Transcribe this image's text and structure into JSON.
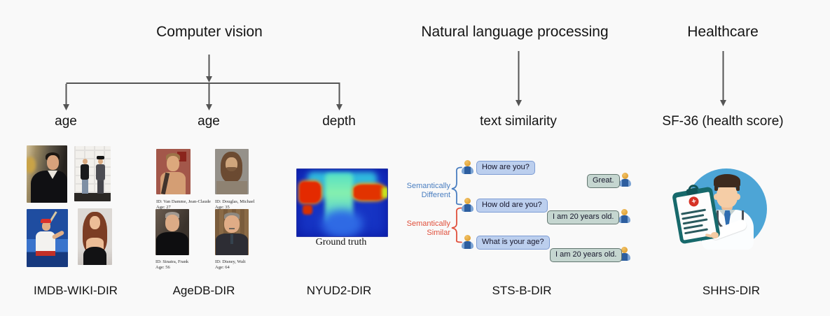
{
  "headers": {
    "cv": "Computer vision",
    "nlp": "Natural language processing",
    "health": "Healthcare"
  },
  "tasks": {
    "cv_left": "age",
    "cv_mid": "age",
    "cv_right": "depth",
    "nlp": "text similarity",
    "health": "SF-36 (health score)"
  },
  "dataset_labels": {
    "imdb": "IMDB-WIKI-DIR",
    "agedb": "AgeDB-DIR",
    "nyud2": "NYUD2-DIR",
    "stsb": "STS-B-DIR",
    "shhs": "SHHS-DIR"
  },
  "agedb": {
    "samples": [
      {
        "id": "ID: Van Damme, Jean-Claude",
        "age": "Age: 27"
      },
      {
        "id": "ID: Douglas, Michael",
        "age": "Age: 35"
      },
      {
        "id": "ID: Sinatra, Frank",
        "age": "Age: 56"
      },
      {
        "id": "ID: Disney, Walt",
        "age": "Age: 64"
      }
    ]
  },
  "nyud2": {
    "caption": "Ground truth"
  },
  "sts": {
    "different": {
      "line1": "Semantically",
      "line2": "Different"
    },
    "similar": {
      "line1": "Semantically",
      "line2": "Similar"
    },
    "questions": [
      "How are you?",
      "How old are you?",
      "What is your age?"
    ],
    "answers": [
      "Great.",
      "I am 20 years old.",
      "I am 20 years old."
    ]
  },
  "shhs": {
    "badge_plus": "+"
  },
  "colors": {
    "background": "#f9f9f9",
    "arrow": "#555555",
    "different_blue": "#4a7ec0",
    "similar_red": "#e0503c",
    "question_bubble": "#bccfee",
    "answer_bubble": "#c5d6d0",
    "doctor_circle_blue": "#4da5d6",
    "clipboard_teal": "#17696b",
    "depth_base_blue": "#1634c4"
  }
}
